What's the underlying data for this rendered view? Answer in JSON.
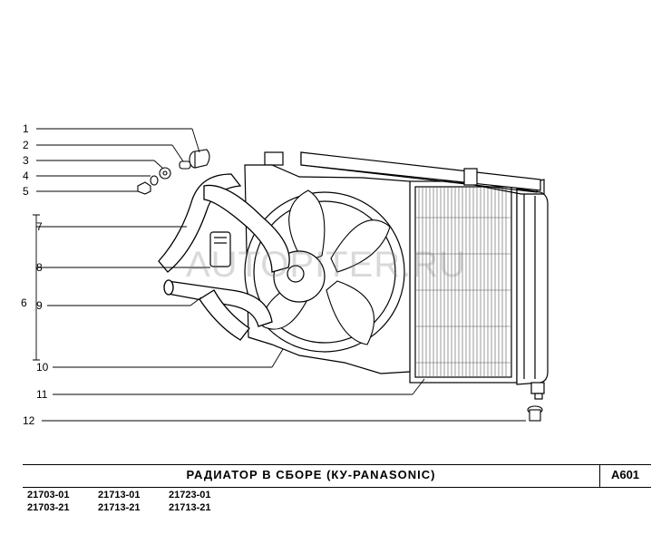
{
  "callouts": [
    "1",
    "2",
    "3",
    "4",
    "5",
    "6",
    "7",
    "8",
    "9",
    "10",
    "11",
    "12"
  ],
  "watermark": "AUTOPITER.RU",
  "title": "РАДИАТОР В СБОРЕ (КУ-PANASONIC)",
  "code": "А601",
  "models": [
    "21703-01",
    "21713-01",
    "21723-01",
    "21703-21",
    "21713-21",
    "21713-21"
  ]
}
